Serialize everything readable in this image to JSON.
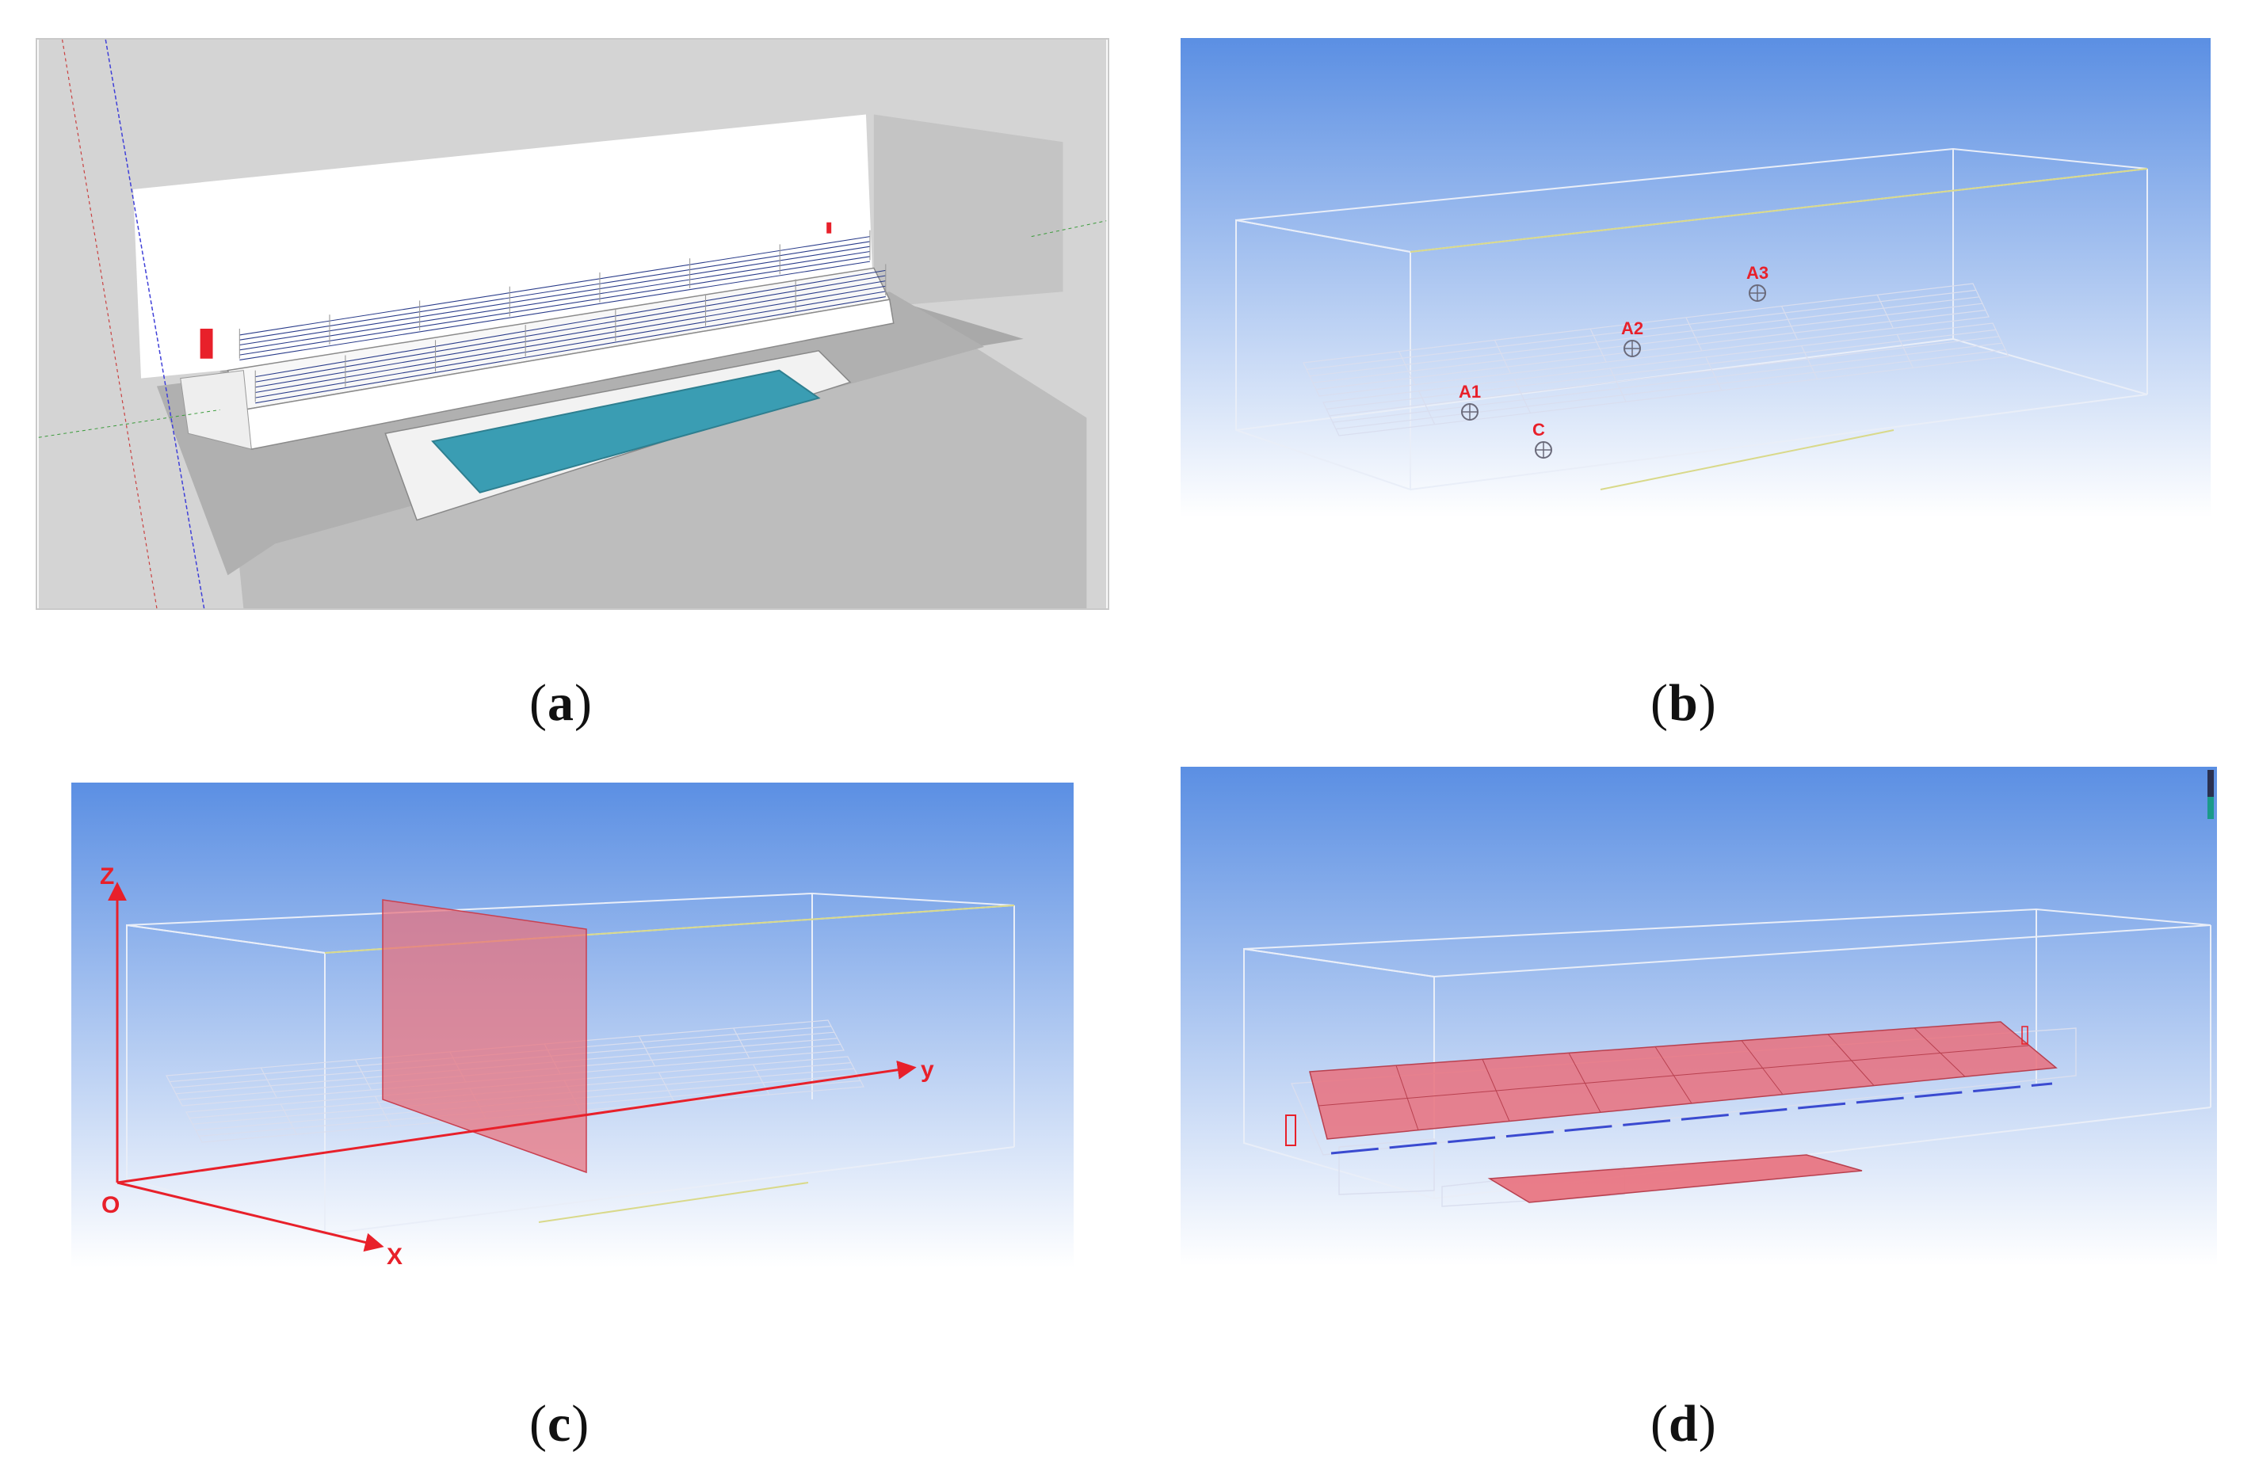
{
  "figure": {
    "panels": [
      {
        "id": "a",
        "caption_open": "(",
        "caption_letter": "a",
        "caption_close": ")"
      },
      {
        "id": "b",
        "caption_open": "(",
        "caption_letter": "b",
        "caption_close": ")"
      },
      {
        "id": "c",
        "caption_open": "(",
        "caption_letter": "c",
        "caption_close": ")"
      },
      {
        "id": "d",
        "caption_open": "(",
        "caption_letter": "d",
        "caption_close": ")"
      }
    ]
  },
  "panel_b": {
    "points": [
      "A1",
      "A2",
      "A3",
      "C"
    ]
  },
  "panel_c": {
    "axes": {
      "z": "Z",
      "y": "y",
      "x": "X",
      "origin": "O"
    }
  },
  "colors": {
    "sky_top": "#5b8fe3",
    "sky_bottom": "#ffffff",
    "marker_red": "#e8202a",
    "plane_pink": "#e9707c",
    "pool_teal": "#3a9db3",
    "grey_floor": "#aeaeae"
  }
}
